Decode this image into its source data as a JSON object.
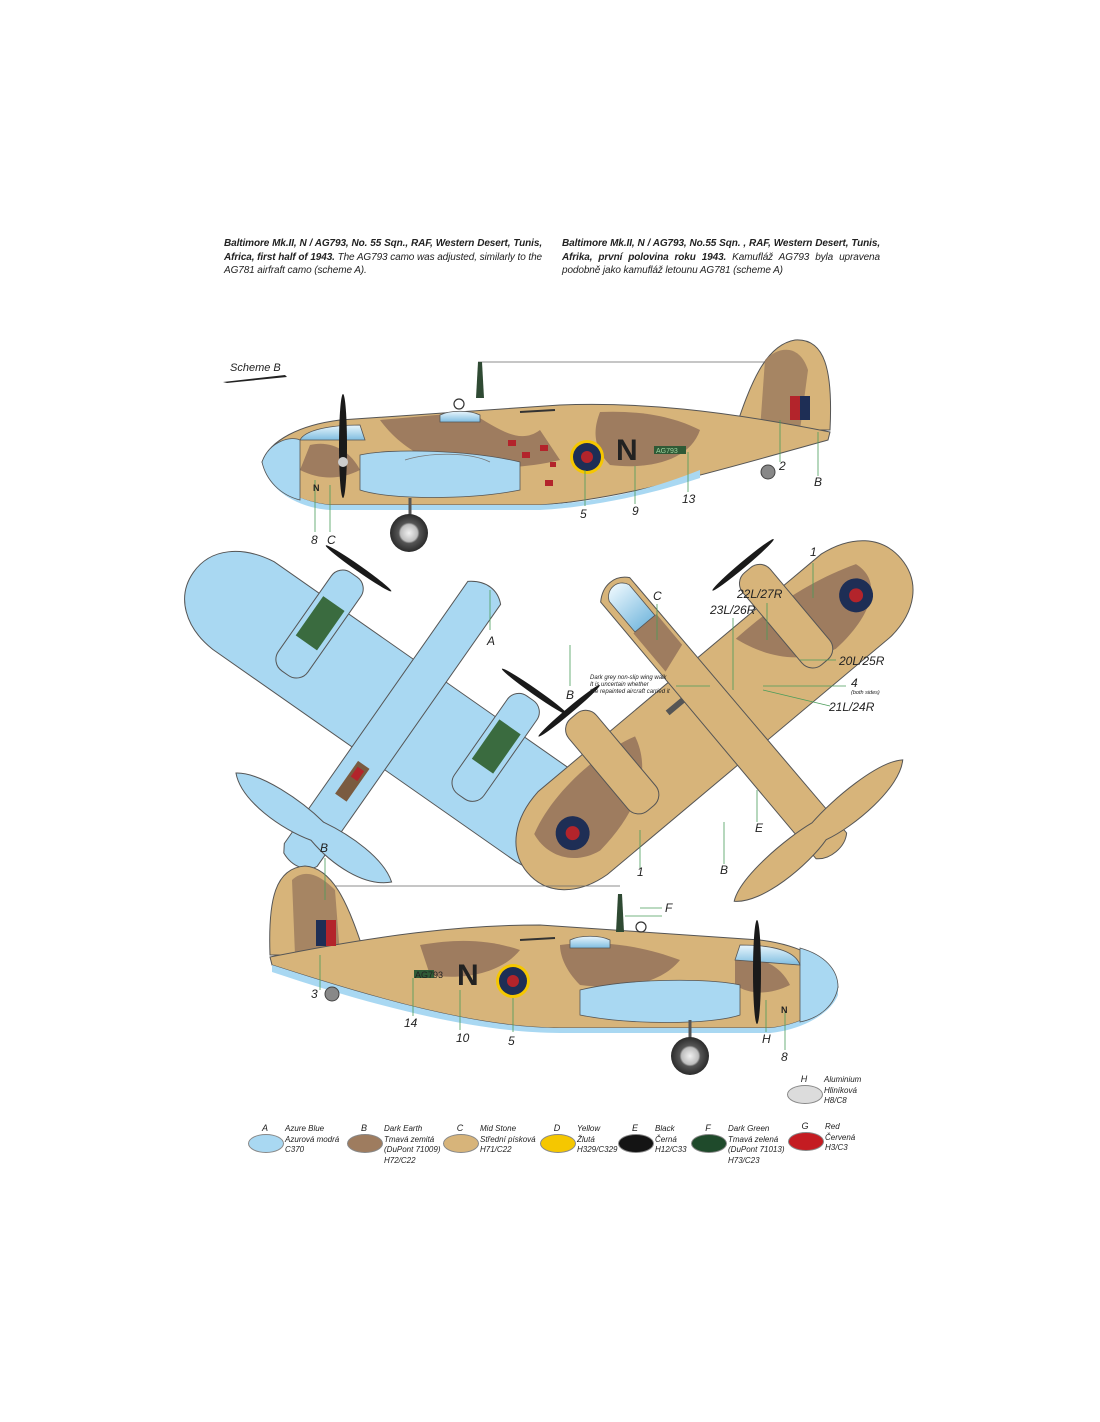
{
  "caption_en": {
    "bold": "Baltimore Mk.II, N / AG793, No. 55 Sqn., RAF, Western Desert, Tunis, Africa, first half of 1943.",
    "rest": " The AG793 camo was adjusted, similarly to the AG781 airfraft camo (scheme A)."
  },
  "caption_cz": {
    "bold": "Baltimore Mk.II, N / AG793, No.55 Sqn. , RAF, Western Desert, Tunis, Afrika, první polovina roku 1943.",
    "rest": " Kamufláž AG793 byla upravena podobně jako kamufláž letounu AG781 (scheme A)"
  },
  "scheme_label": "Scheme B",
  "markings": {
    "code_letter": "N",
    "serial": "AG793"
  },
  "callouts": {
    "top_2": "2",
    "top_B": "B",
    "top_13": "13",
    "top_9": "9",
    "top_5": "5",
    "top_8": "8",
    "top_C": "C",
    "plan_A": "A",
    "upper_1a": "1",
    "upper_22L": "22L/27R",
    "upper_23L": "23L/26R",
    "upper_C": "C",
    "upper_20L": "20L/25R",
    "upper_4": "4",
    "upper_both": "(both sides)",
    "upper_21L": "21L/24R",
    "upper_B1": "B",
    "upper_E": "E",
    "upper_B2": "B",
    "upper_1b": "1",
    "bottom_B": "B",
    "bottom_F": "F",
    "bottom_3": "3",
    "bottom_14": "14",
    "bottom_10": "10",
    "bottom_5": "5",
    "bottom_H": "H",
    "bottom_8": "8"
  },
  "walkway_note": {
    "line1": "Dark grey non-slip wing walk",
    "line2": "It is uncertain whether",
    "line3": "the repainted aircraft carried it"
  },
  "legend": [
    {
      "letter": "A",
      "color": "#a9d8f2",
      "lines": [
        "Azure Blue",
        "Azurová modrá",
        "C370"
      ]
    },
    {
      "letter": "B",
      "color": "#9e7c5f",
      "lines": [
        "Dark Earth",
        "Tmavá zemitá",
        "(DuPont 71009)",
        "H72/C22"
      ]
    },
    {
      "letter": "C",
      "color": "#d7b47a",
      "lines": [
        "Mid Stone",
        "Střední písková",
        "H71/C22"
      ]
    },
    {
      "letter": "D",
      "color": "#f5c700",
      "lines": [
        "Yellow",
        "Žlutá",
        "H329/C329"
      ]
    },
    {
      "letter": "E",
      "color": "#141414",
      "lines": [
        "Black",
        "Černá",
        "H12/C33"
      ]
    },
    {
      "letter": "F",
      "color": "#1f4a2b",
      "lines": [
        "Dark Green",
        "Tmavá zelená",
        "(DuPont 71013)",
        "H73/C23"
      ]
    },
    {
      "letter": "G",
      "color": "#c41c22",
      "lines": [
        "Red",
        "Červená",
        "H3/C3"
      ]
    },
    {
      "letter": "H",
      "color": "#dcdcdc",
      "lines": [
        "Aluminium",
        "Hliníková",
        "H8/C8"
      ]
    }
  ],
  "colors": {
    "azure": "#a9d8f2",
    "earth": "#9e7c5f",
    "stone": "#d7b47a",
    "red": "#b3242b",
    "roundel_blue": "#1e2e55",
    "dark_green": "#1f4a2b"
  }
}
